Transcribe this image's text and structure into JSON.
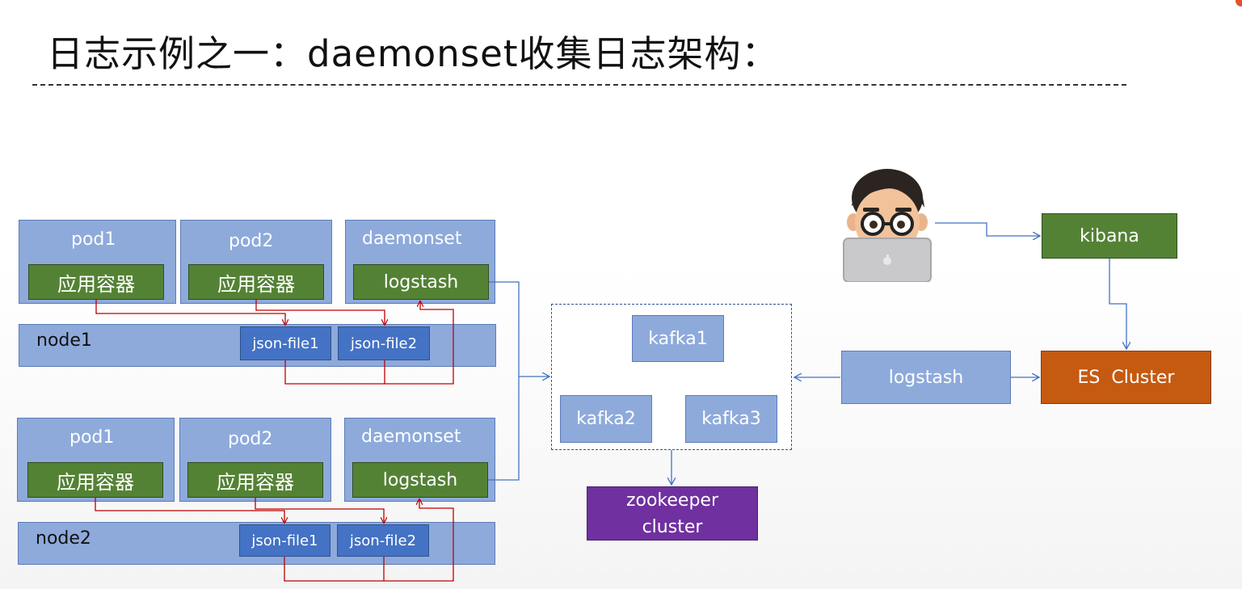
{
  "title": "日志示例之一：daemonset收集日志架构：",
  "node1": {
    "pod1": {
      "label": "pod1",
      "container": "应用容器"
    },
    "pod2": {
      "label": "pod2",
      "container": "应用容器"
    },
    "daemonset": {
      "label": "daemonset",
      "container": "logstash"
    },
    "node_label": "node1",
    "files": [
      "json-file1",
      "json-file2"
    ]
  },
  "node2": {
    "pod1": {
      "label": "pod1",
      "container": "应用容器"
    },
    "pod2": {
      "label": "pod2",
      "container": "应用容器"
    },
    "daemonset": {
      "label": "daemonset",
      "container": "logstash"
    },
    "node_label": "node2",
    "files": [
      "json-file1",
      "json-file2"
    ]
  },
  "kafka": [
    "kafka1",
    "kafka2",
    "kafka3"
  ],
  "zookeeper": {
    "line1": "zookeeper",
    "line2": "cluster"
  },
  "kibana": "kibana",
  "logstash": "logstash",
  "es_cluster": "ES  Cluster",
  "icons": {
    "user": "user-with-laptop-icon"
  },
  "colors": {
    "light_blue": "#8eaadb",
    "dark_blue": "#4472c4",
    "green": "#548235",
    "orange": "#c55a11",
    "purple": "#7030a0",
    "red_line": "#c00000",
    "blue_line": "#4472c4"
  }
}
